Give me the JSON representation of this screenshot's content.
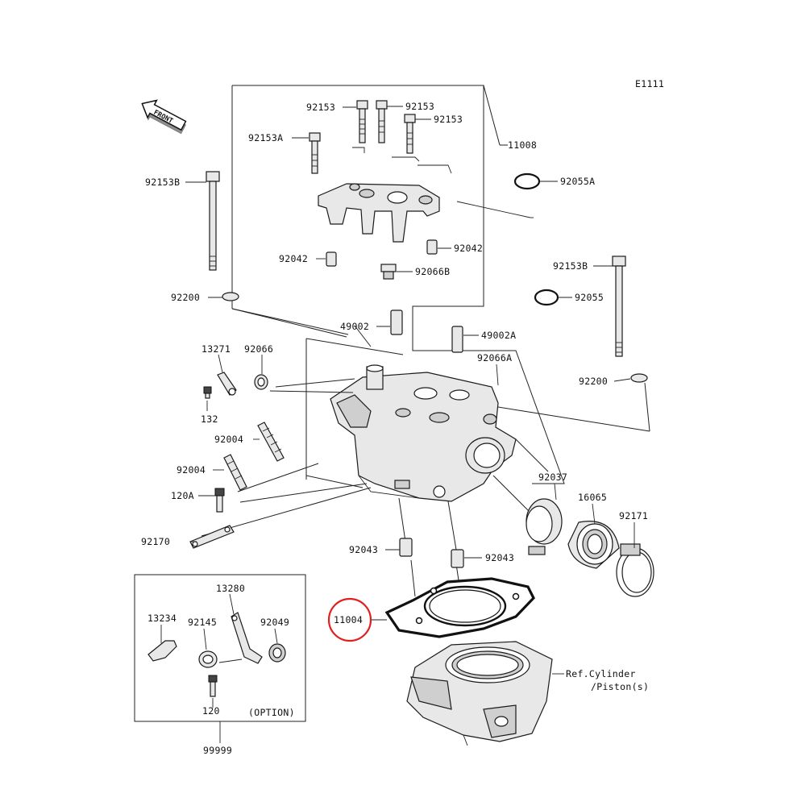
{
  "diagram": {
    "code": "E1111",
    "front_label": "FRONT",
    "highlight_color": "#e02020",
    "highlighted_part": "11004",
    "parts": {
      "p92153_a": "92153",
      "p92153_b": "92153",
      "p92153_c": "92153",
      "p92153A": "92153A",
      "p11008": "11008",
      "p92055A": "92055A",
      "p92153B_left": "92153B",
      "p92042_left": "92042",
      "p92042_right": "92042",
      "p92066B": "92066B",
      "p92153B_right": "92153B",
      "p92200_left": "92200",
      "p92055": "92055",
      "p49002": "49002",
      "p49002A": "49002A",
      "p13271": "13271",
      "p92066": "92066",
      "p92066A": "92066A",
      "p92200_right": "92200",
      "p132": "132",
      "p92004_a": "92004",
      "p92004_b": "92004",
      "p120A": "120A",
      "p92037": "92037",
      "p16065": "16065",
      "p92171": "92171",
      "p92170": "92170",
      "p92043_left": "92043",
      "p92043_right": "92043",
      "p13280": "13280",
      "p13234": "13234",
      "p92145": "92145",
      "p92049": "92049",
      "p11004": "11004",
      "p120": "120",
      "p99999": "99999"
    },
    "ref_cylinder_line1": "Ref.Cylinder",
    "ref_cylinder_line2": "/Piston(s)",
    "option_label": "(OPTION)"
  }
}
